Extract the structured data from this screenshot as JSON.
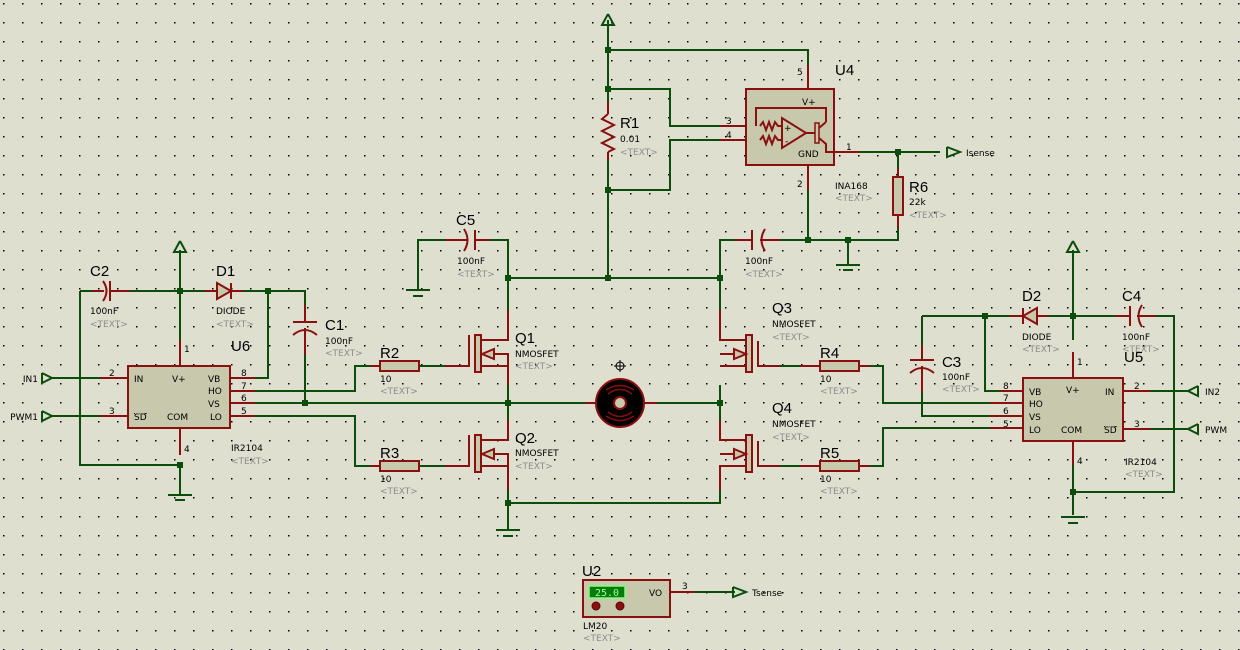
{
  "app": {
    "type": "schematic-editor"
  },
  "colors": {
    "background": "#dfdfd0",
    "wire": "#0b4d0b",
    "component": "#8a0f0f",
    "component_fill": "#c8c8ac",
    "placeholder_text": "#8c8c8c"
  },
  "placeholder": "<TEXT>",
  "components": {
    "U6": {
      "ref": "U6",
      "part": "IR2104",
      "pins": {
        "in": "IN",
        "vplus": "V+",
        "vb": "VB",
        "ho": "HO",
        "vs": "VS",
        "lo": "LO",
        "sd": "SD",
        "com": "COM"
      },
      "pin_numbers": {
        "p1": "1",
        "p2": "2",
        "p3": "3",
        "p4": "4",
        "p5": "5",
        "p6": "6",
        "p7": "7",
        "p8": "8"
      }
    },
    "U5": {
      "ref": "U5",
      "part": "IR2104",
      "pins": {
        "in": "IN",
        "vplus": "V+",
        "vb": "VB",
        "ho": "HO",
        "vs": "VS",
        "lo": "LO",
        "sd": "SD",
        "com": "COM"
      },
      "pin_numbers": {
        "p1": "1",
        "p2": "2",
        "p3": "3",
        "p4": "4",
        "p5": "5",
        "p6": "6",
        "p7": "7",
        "p8": "8"
      }
    },
    "U4": {
      "ref": "U4",
      "part": "INA168",
      "pins": {
        "vplus": "V+",
        "gnd": "GND",
        "plus": "+",
        "minus": "-"
      },
      "pin_numbers": {
        "p1": "1",
        "p2": "2",
        "p3": "3",
        "p4": "4",
        "p5": "5"
      }
    },
    "U2": {
      "ref": "U2",
      "part": "LM20",
      "display": "25.0",
      "pins": {
        "vo": "VO"
      },
      "pin_numbers": {
        "p3": "3"
      }
    },
    "C1": {
      "ref": "C1",
      "value": "100nF"
    },
    "C2": {
      "ref": "C2",
      "value": "100nF"
    },
    "C3": {
      "ref": "C3",
      "value": "100nF"
    },
    "C4": {
      "ref": "C4",
      "value": "100nF"
    },
    "C5": {
      "ref": "C5",
      "value": "100nF"
    },
    "C6": {
      "ref": "",
      "value": "100nF"
    },
    "D1": {
      "ref": "D1",
      "value": "DIODE"
    },
    "D2": {
      "ref": "D2",
      "value": "DIODE"
    },
    "R1": {
      "ref": "R1",
      "value": "0.01"
    },
    "R2": {
      "ref": "R2",
      "value": "10"
    },
    "R3": {
      "ref": "R3",
      "value": "10"
    },
    "R4": {
      "ref": "R4",
      "value": "10"
    },
    "R5": {
      "ref": "R5",
      "value": "10"
    },
    "R6": {
      "ref": "R6",
      "value": "22k"
    },
    "Q1": {
      "ref": "Q1",
      "value": "NMOSFET"
    },
    "Q2": {
      "ref": "Q2",
      "value": "NMOSFET"
    },
    "Q3": {
      "ref": "Q3",
      "value": "NMOSFET"
    },
    "Q4": {
      "ref": "Q4",
      "value": "NMOSFET"
    }
  },
  "terminals": {
    "in1": "IN1",
    "pwm1": "PWM1",
    "in2": "IN2",
    "pwm": "PWM",
    "isense": "Isense",
    "tsense": "Tsense"
  }
}
